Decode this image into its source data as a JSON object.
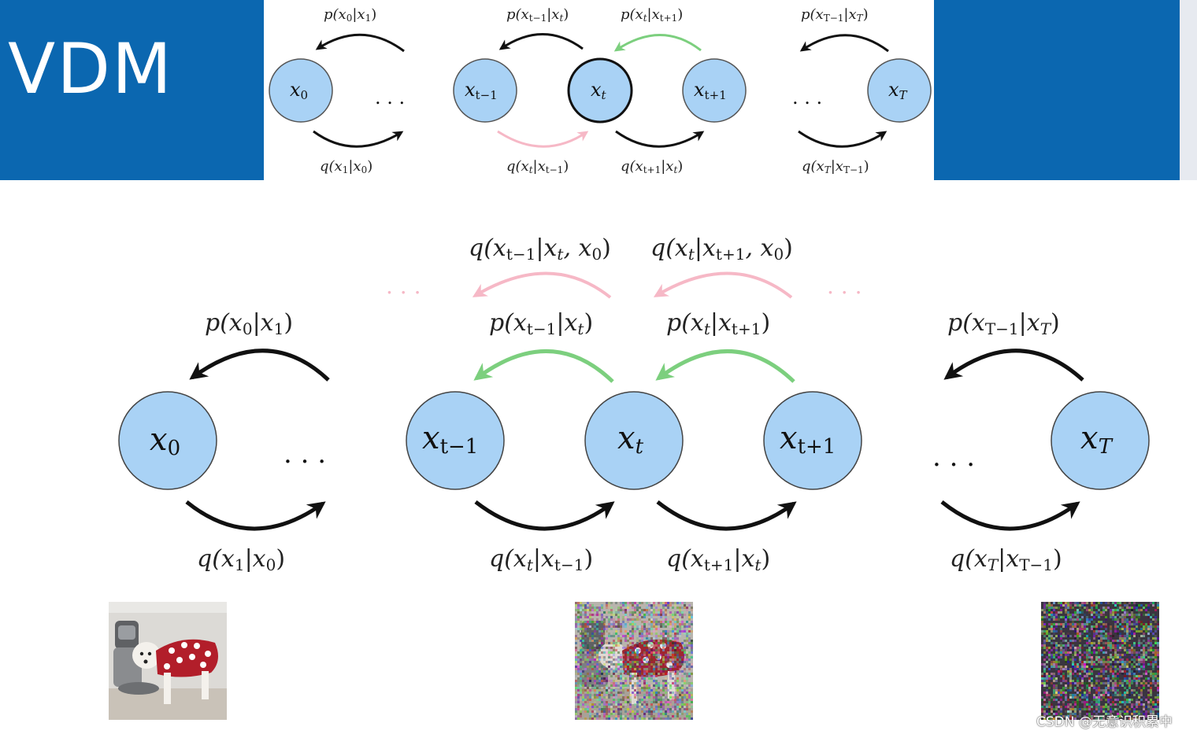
{
  "header": {
    "title": "VDM"
  },
  "small_diagram": {
    "nodes": [
      "x0",
      "x_{t-1}",
      "x_t",
      "x_{t+1}",
      "x_T"
    ],
    "top_labels": [
      "p(x0|x1)",
      "p(x_{t-1}|x_t)",
      "p(x_t|x_{t+1})",
      "p(x_{T-1}|x_T)"
    ],
    "bottom_labels": [
      "q(x1|x0)",
      "q(x_t|x_{t-1})",
      "q(x_{t+1}|x_t)",
      "q(x_T|x_{T-1})"
    ],
    "ellipsis": ". . ."
  },
  "main_diagram": {
    "nodes": [
      "x0",
      "x_{t-1}",
      "x_t",
      "x_{t+1}",
      "x_T"
    ],
    "posterior_labels": [
      "q(x_{t-1}|x_t, x0)",
      "q(x_t|x_{t+1}, x0)"
    ],
    "reverse_labels": [
      "p(x0|x1)",
      "p(x_{t-1}|x_t)",
      "p(x_t|x_{t+1})",
      "p(x_{T-1}|x_T)"
    ],
    "forward_labels": [
      "q(x1|x0)",
      "q(x_t|x_{t-1})",
      "q(x_{t+1}|x_t)",
      "q(x_T|x_{T-1})"
    ],
    "ellipsis": ". . ."
  },
  "images": {
    "clean": "dog in red polka-dot sweater",
    "noisy": "dog with added noise",
    "noise": "pure gaussian noise"
  },
  "colors": {
    "band": "#0b67b0",
    "node_fill": "#a9d2f5",
    "arrow_black": "#111111",
    "arrow_green": "#7ccf7e",
    "arrow_pink": "#f6b8c6"
  },
  "watermark": "CSDN @无意识积累中"
}
